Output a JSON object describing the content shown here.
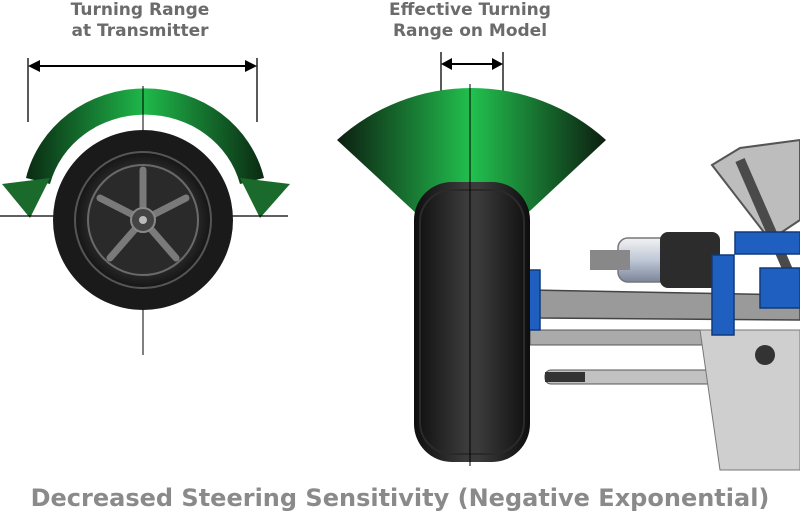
{
  "labels": {
    "left_line1": "Turning Range",
    "left_line2": "at Transmitter",
    "right_line1": "Effective Turning",
    "right_line2": "Range on Model"
  },
  "caption": "Decreased Steering Sensitivity (Negative Exponential)",
  "colors": {
    "arc_green": "#1a9a3a",
    "text_gray": "#6b6b6b",
    "caption_gray": "#8a8a8a",
    "chassis_blue": "#1f5fbf",
    "tire_dark": "#1c1c1c"
  }
}
